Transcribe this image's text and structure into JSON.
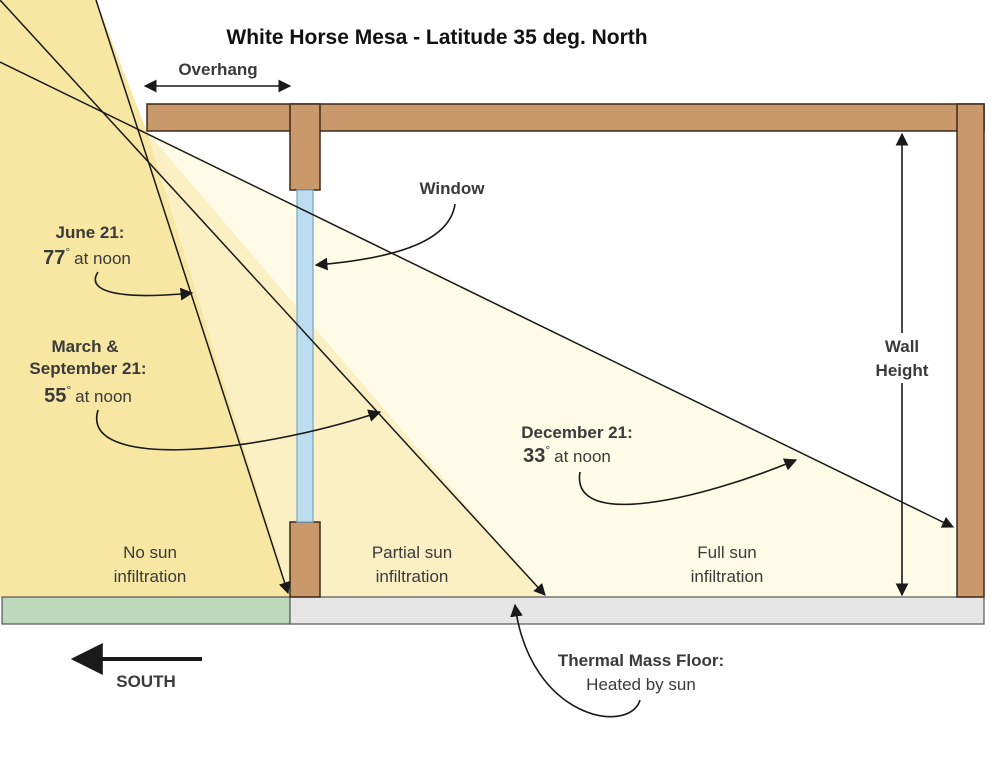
{
  "title": "White Horse Mesa - Latitude 35 deg. North",
  "labels": {
    "overhang": "Overhang",
    "window": "Window",
    "wall_height_line1": "Wall",
    "wall_height_line2": "Height",
    "no_sun_line1": "No sun",
    "no_sun_line2": "infiltration",
    "partial_sun_line1": "Partial sun",
    "partial_sun_line2": "infiltration",
    "full_sun_line1": "Full sun",
    "full_sun_line2": "infiltration",
    "floor_line1": "Thermal Mass Floor:",
    "floor_line2": "Heated by sun",
    "south": "SOUTH"
  },
  "sun_angles": {
    "june": {
      "date": "June 21:",
      "angle": "77",
      "degree_symbol": "°",
      "suffix": "at noon"
    },
    "march": {
      "date_line1": "March &",
      "date_line2": "September 21:",
      "angle": "55",
      "degree_symbol": "°",
      "suffix": "at noon"
    },
    "december": {
      "date": "December 21:",
      "angle": "33",
      "degree_symbol": "°",
      "suffix": "at noon"
    }
  },
  "colors": {
    "wall": "#c9996b",
    "wall_stroke": "#3b2a1a",
    "ground": "#bcd9bc",
    "floor": "#e6e6e6",
    "glass": "#bcdcef",
    "sun_june": "#f7e7a3",
    "sun_march": "#fbefc4",
    "sun_december": "#fefbe7"
  }
}
